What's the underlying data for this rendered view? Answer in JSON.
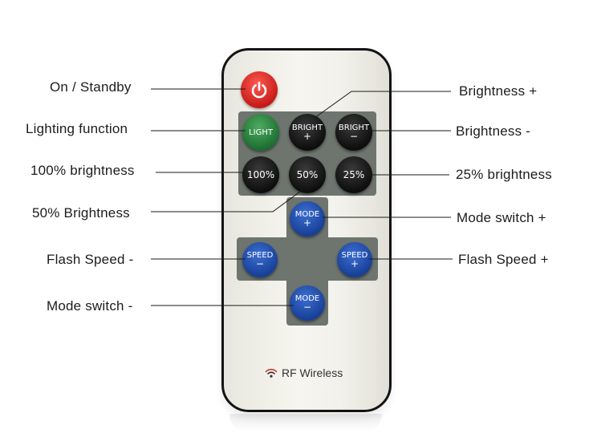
{
  "labels_left": [
    {
      "text": "On / Standby"
    },
    {
      "text": "Lighting function"
    },
    {
      "text": "100% brightness"
    },
    {
      "text": "50% Brightness"
    },
    {
      "text": "Flash Speed -"
    },
    {
      "text": "Mode switch -"
    }
  ],
  "labels_right": [
    {
      "text": "Brightness +"
    },
    {
      "text": "Brightness -"
    },
    {
      "text": "25% brightness"
    },
    {
      "text": "Mode switch +"
    },
    {
      "text": "Flash Speed +"
    }
  ],
  "buttons": {
    "light": {
      "label": "LIGHT"
    },
    "bright_plus": {
      "label": "BRIGHT",
      "symbol": "+"
    },
    "bright_minus": {
      "label": "BRIGHT",
      "symbol": "−"
    },
    "b100": {
      "label": "100%"
    },
    "b50": {
      "label": "50%"
    },
    "b25": {
      "label": "25%"
    },
    "mode_plus": {
      "label": "MODE",
      "symbol": "+"
    },
    "mode_minus": {
      "label": "MODE",
      "symbol": "−"
    },
    "speed_minus": {
      "label": "SPEED",
      "symbol": "−"
    },
    "speed_plus": {
      "label": "SPEED",
      "symbol": "+"
    }
  },
  "footer": {
    "text": "RF Wireless",
    "icon": "wifi-icon"
  },
  "colors": {
    "power": "#e0302a",
    "light": "#2e8b45",
    "blue": "#1f4fb0",
    "black": "#1a1a1a",
    "panel": "#6e746e"
  }
}
